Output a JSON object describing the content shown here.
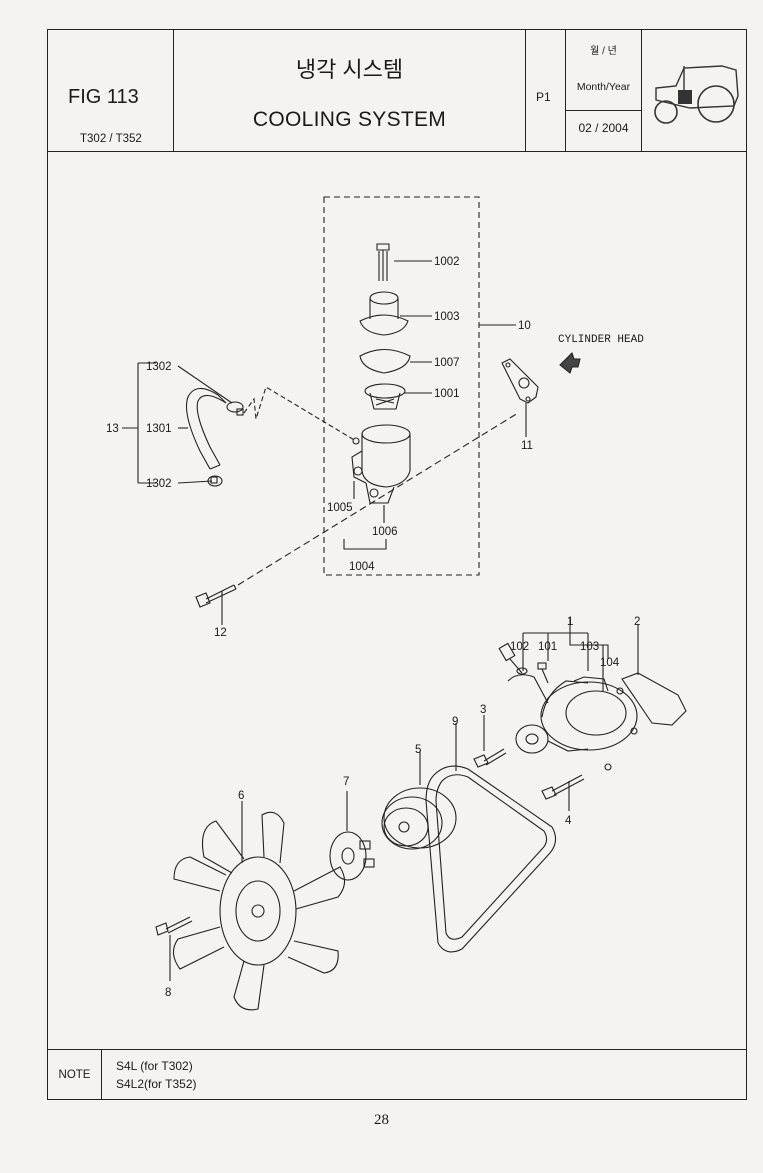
{
  "header": {
    "fig_number": "FIG 113",
    "models": "T302 / T352",
    "title_korean": "냉각 시스템",
    "title_english": "COOLING SYSTEM",
    "page": "P1",
    "date_label_korean": "월 / 년",
    "date_label": "Month/Year",
    "date_value": "02 / 2004",
    "thumbnail": "tractor-icon"
  },
  "diagram": {
    "annotation": "CYLINDER HEAD",
    "callouts": {
      "c1002": "1002",
      "c1003": "1003",
      "c10": "10",
      "c1007": "1007",
      "c1001": "1001",
      "c11": "11",
      "c1302a": "1302",
      "c13": "13",
      "c1301": "1301",
      "c1302b": "1302",
      "c1005": "1005",
      "c1006": "1006",
      "c1004": "1004",
      "c12": "12",
      "c1": "1",
      "c2": "2",
      "c102": "102",
      "c101": "101",
      "c103": "103",
      "c104": "104",
      "c3": "3",
      "c9": "9",
      "c5": "5",
      "c4": "4",
      "c7": "7",
      "c6": "6",
      "c8": "8"
    }
  },
  "note": {
    "label": "NOTE",
    "line1": "S4L  (for T302)",
    "line2": "S4L2(for T352)"
  },
  "footer": {
    "page_number": "28"
  }
}
